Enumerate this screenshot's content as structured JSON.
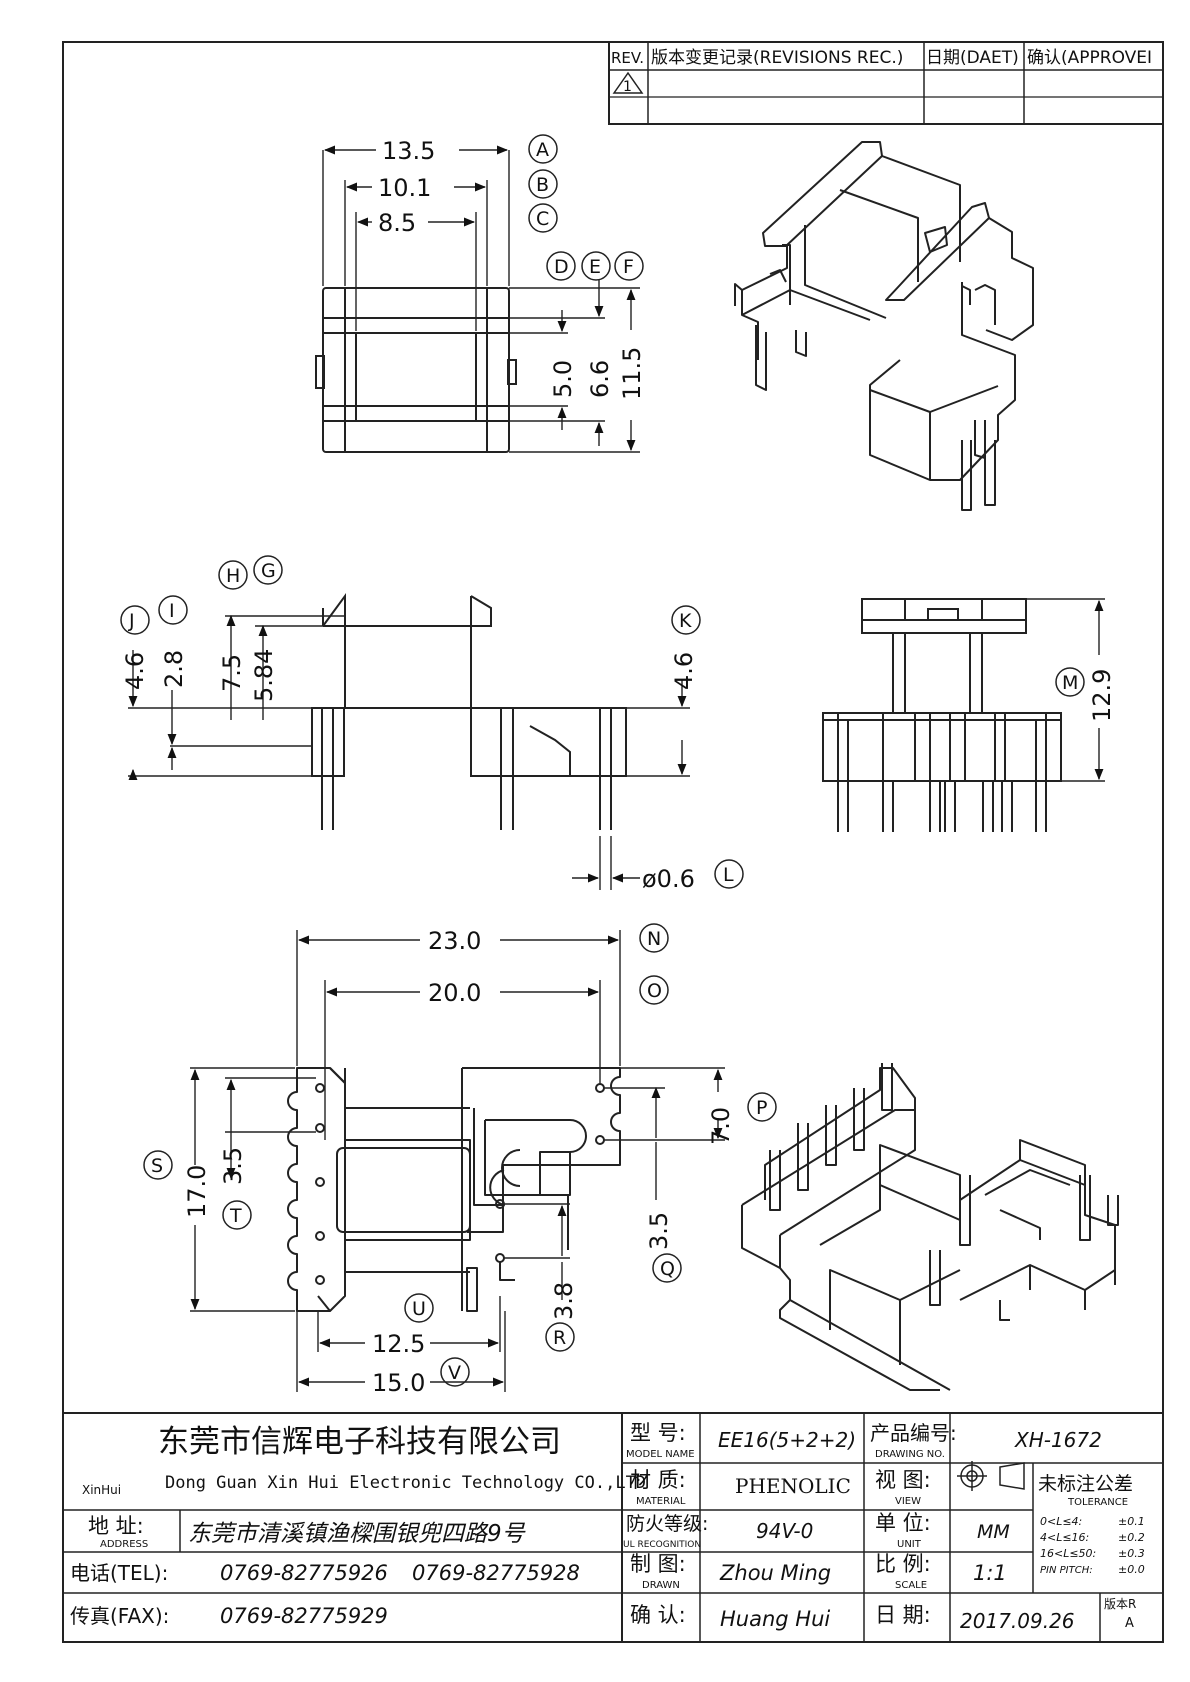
{
  "revision_block": {
    "rev_header": "REV.",
    "desc_header": "版本变更记录(REVISIONS REC.)",
    "date_header": "日期(DAET)",
    "approve_header": "确认(APPROVEI",
    "rev_mark": "1"
  },
  "top_view": {
    "dims": {
      "a": "13.5",
      "b": "10.1",
      "c": "8.5",
      "d": "5.0",
      "e": "6.6",
      "f": "11.5"
    },
    "labels": {
      "a": "A",
      "b": "B",
      "c": "C",
      "d": "D",
      "e": "E",
      "f": "F"
    }
  },
  "side_view": {
    "dims": {
      "i": "2.8",
      "j": "4.6",
      "h": "7.5",
      "g": "5.84",
      "k": "4.6",
      "l": "ø0.6"
    },
    "labels": {
      "h": "H",
      "g": "G",
      "j": "J",
      "i": "I",
      "k": "K",
      "l": "L"
    }
  },
  "end_view": {
    "dims": {
      "m": "12.9"
    },
    "labels": {
      "m": "M"
    }
  },
  "bottom_view": {
    "dims": {
      "n": "23.0",
      "o": "20.0",
      "p": "7.0",
      "s": "17.0",
      "t": "3.5",
      "q": "3.5",
      "r": "3.8",
      "u": "12.5",
      "v": "15.0"
    },
    "labels": {
      "n": "N",
      "o": "O",
      "p": "P",
      "s": "S",
      "t": "T",
      "q": "Q",
      "r": "R",
      "u": "U",
      "v": "V"
    }
  },
  "title_block": {
    "company_cn": "东莞市信辉电子科技有限公司",
    "company_en": "Dong Guan Xin Hui Electronic Technology CO.,LTD",
    "brand": "XinHui",
    "address_label": "地  址:",
    "address_label_en": "ADDRESS",
    "address": "东莞市清溪镇渔樑围银兜四路9号",
    "tel_label": "电话(TEL):",
    "tel1": "0769-82775926",
    "tel2": "0769-82775928",
    "fax_label": "传真(FAX):",
    "fax": "0769-82775929",
    "model_label": "型  号:",
    "model_label_en": "MODEL NAME",
    "model": "EE16(5+2+2)",
    "material_label": "材  质:",
    "material_label_en": "MATERIAL",
    "material": "PHENOLIC",
    "ul_label": "防火等级:",
    "ul_label_en": "UL RECOGNITION",
    "ul": "94V-0",
    "drawn_label": "制  图:",
    "drawn_label_en": "DRAWN",
    "drawn": "Zhou Ming",
    "confirm_label": "确  认:",
    "confirm": "Huang Hui",
    "product_no_label": "产品编号:",
    "product_no_label_en": "DRAWING NO.",
    "product_no": "XH-1672",
    "view_label": "视  图:",
    "view_label_en": "VIEW",
    "unit_label": "单  位:",
    "unit_label_en": "UNIT",
    "unit": "MM",
    "scale_label": "比  例:",
    "scale_label_en": "SCALE",
    "scale": "1:1",
    "date_label": "日  期:",
    "date": "2017.09.26",
    "tolerance_label": "未标注公差",
    "tolerance_label_en": "TOLERANCE",
    "tol1_range": "0<L≤4:",
    "tol1": "±0.1",
    "tol2_range": "4<L≤16:",
    "tol2": "±0.2",
    "tol3_range": "16<L≤50:",
    "tol3": "±0.3",
    "tol4_range": "PIN PITCH:",
    "tol4": "±0.0",
    "version_label": "版本R",
    "version": "A"
  }
}
